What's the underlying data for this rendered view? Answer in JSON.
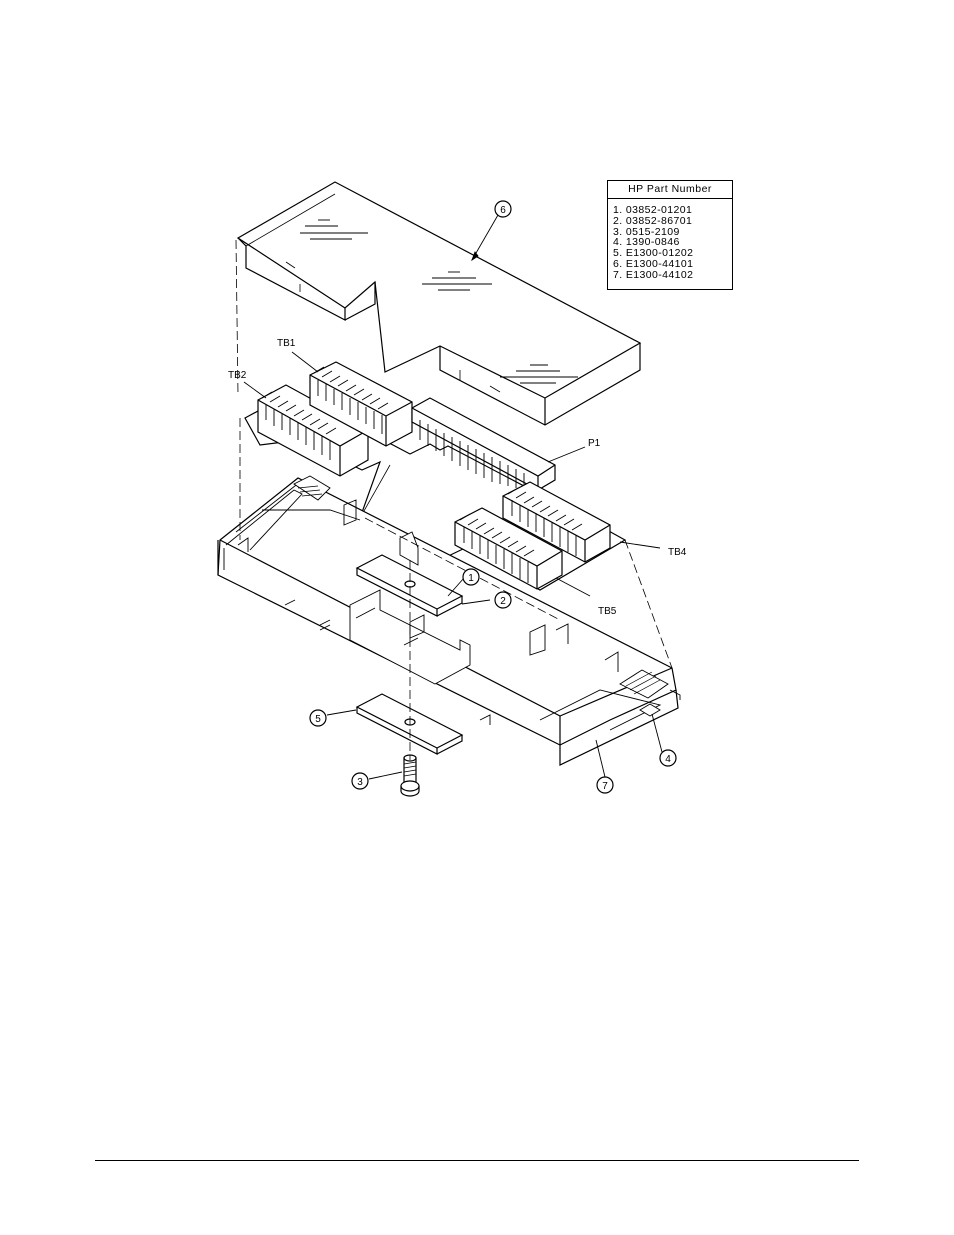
{
  "parts_table": {
    "header": "HP Part Number",
    "items": [
      {
        "num": "1.",
        "part": "03852-01201"
      },
      {
        "num": "2.",
        "part": "03852-86701"
      },
      {
        "num": "3.",
        "part": "0515-2109"
      },
      {
        "num": "4.",
        "part": "1390-0846"
      },
      {
        "num": "5.",
        "part": "E1300-01202"
      },
      {
        "num": "6.",
        "part": "E1300-44101"
      },
      {
        "num": "7.",
        "part": "E1300-44102"
      }
    ]
  },
  "callouts": {
    "c1": "1",
    "c2": "2",
    "c3": "3",
    "c4": "4",
    "c5": "5",
    "c6": "6",
    "c7": "7"
  },
  "labels": {
    "tb1": "TB1",
    "tb2": "TB2",
    "tb4": "TB4",
    "tb5": "TB5",
    "p1": "P1"
  }
}
